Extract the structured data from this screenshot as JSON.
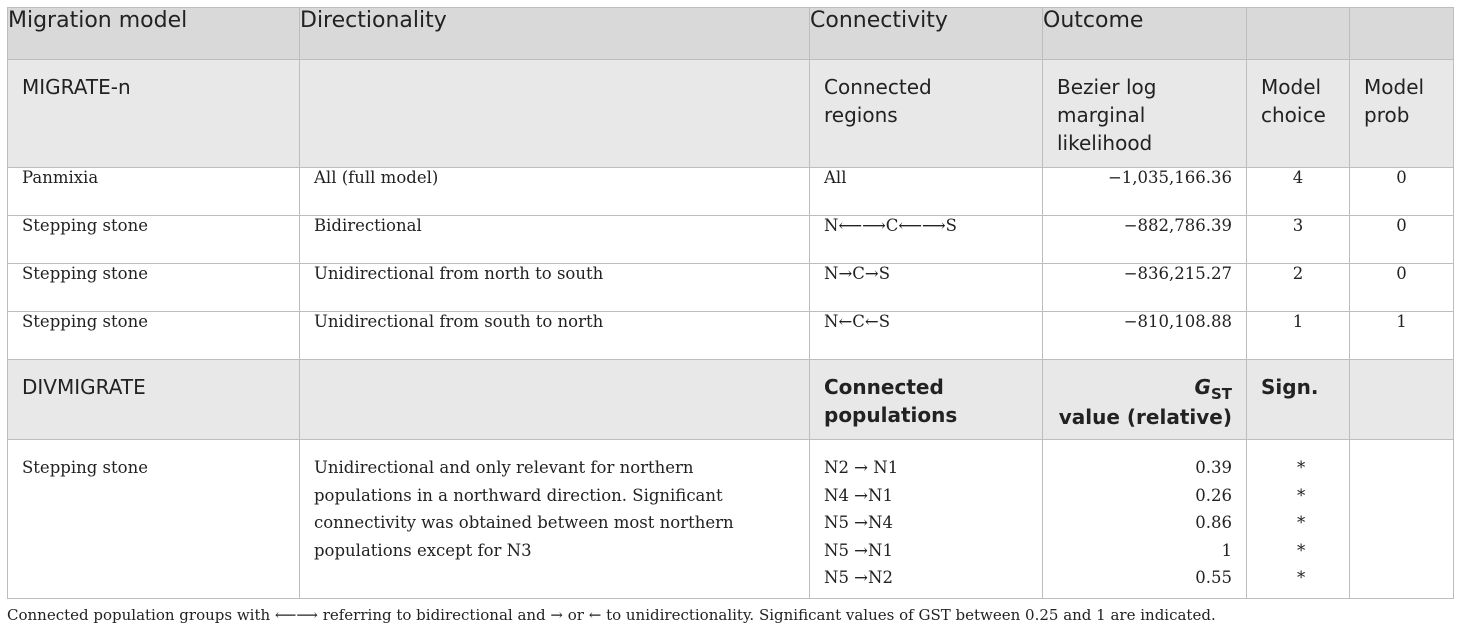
{
  "header": {
    "col1": "Migration model",
    "col2": "Directionality",
    "col3": "Connectivity",
    "col4": "Outcome",
    "col5": "",
    "col6": ""
  },
  "migrate": {
    "title": "MIGRATE-n",
    "conn_header": "Connected regions",
    "outcome_header": "Bezier log marginal likelihood",
    "choice_header": "Model choice",
    "prob_header": "Model prob",
    "rows": [
      {
        "model": "Panmixia",
        "direction": "All (full model)",
        "conn": "All",
        "likelihood": "−1,035,166.36",
        "choice": "4",
        "prob": "0"
      },
      {
        "model": "Stepping stone",
        "direction": "Bidirectional",
        "conn": "N⟵⟶C⟵⟶S",
        "likelihood": "−882,786.39",
        "choice": "3",
        "prob": "0"
      },
      {
        "model": "Stepping stone",
        "direction": "Unidirectional from north to south",
        "conn": "N→C→S",
        "likelihood": "−836,215.27",
        "choice": "2",
        "prob": "0"
      },
      {
        "model": "Stepping stone",
        "direction": "Unidirectional from south to north",
        "conn": "N←C←S",
        "likelihood": "−810,108.88",
        "choice": "1",
        "prob": "1"
      }
    ]
  },
  "divmigrate": {
    "title": "DIVMIGRATE",
    "conn_header": "Connected populations",
    "gst_symbol": "G",
    "gst_sub": "ST",
    "gst_rest": "value (relative)",
    "sign_header": "Sign.",
    "model": "Stepping stone",
    "direction": "Unidirectional and only relevant for northern populations in a northward direction. Significant connectivity was obtained between most northern populations except for N3",
    "pairs": [
      {
        "conn": "N2 → N1",
        "value": "0.39",
        "sign": "*"
      },
      {
        "conn": "N4 →N1",
        "value": "0.26",
        "sign": "*"
      },
      {
        "conn": "N5 →N4",
        "value": "0.86",
        "sign": "*"
      },
      {
        "conn": "N5 →N1",
        "value": "1",
        "sign": "*"
      },
      {
        "conn": "N5 →N2",
        "value": "0.55",
        "sign": "*"
      }
    ]
  },
  "footnote": "Connected population groups with ⟵⟶ referring to bidirectional and → or ← to unidirectionality. Significant values of GST between 0.25 and 1 are indicated."
}
